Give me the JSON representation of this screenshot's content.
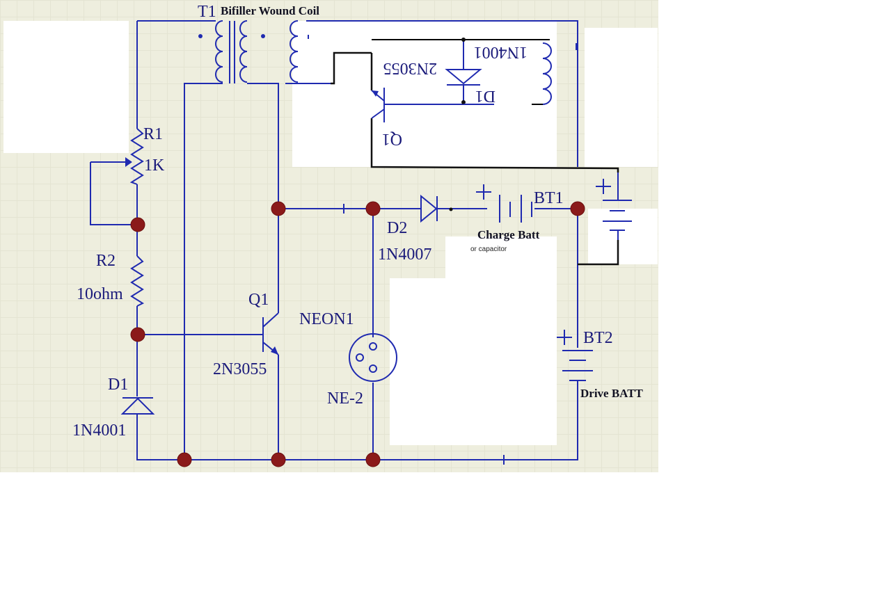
{
  "colors": {
    "wire": "#1f2ab0",
    "black_wire": "#111111",
    "node": "#8b1a1a",
    "background": "#eeeede"
  },
  "labels": {
    "t1": "T1",
    "t1_desc": "Bifiller Wound Coil",
    "r1": "R1",
    "r1_value": "1K",
    "r2": "R2",
    "r2_value": "10ohm",
    "d1": "D1",
    "d1_part": "1N4001",
    "q1": "Q1",
    "q1_part": "2N3055",
    "neon": "NEON1",
    "neon_part": "NE-2",
    "d2": "D2",
    "d2_part": "1N4007",
    "bt1": "BT1",
    "charge_batt": "Charge Batt",
    "charge_note": "or capacitor",
    "bt2": "BT2",
    "drive_batt": "Drive BATT",
    "q1_mirror": "Q1",
    "q1_part_mirror": "2N3055",
    "d1_mirror": "D1",
    "d1_part_mirror": "1N4001",
    "plus": "+"
  }
}
